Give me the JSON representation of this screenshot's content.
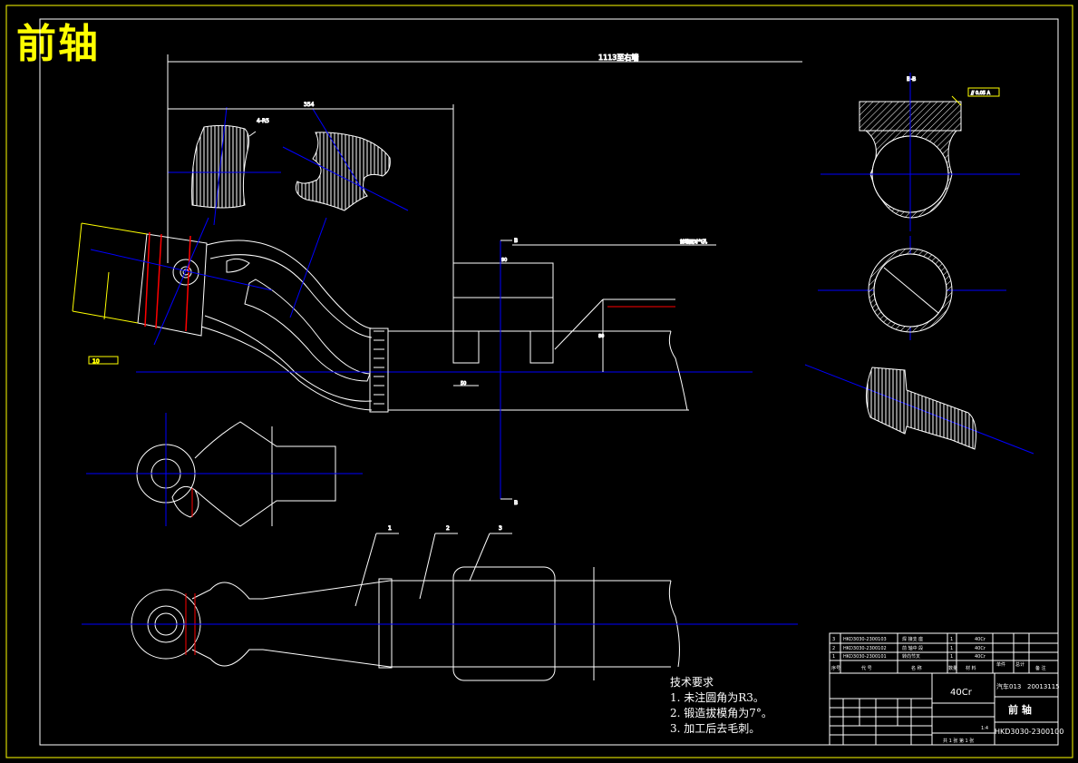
{
  "title": "前轴",
  "dimensions": {
    "overall_length": "1113至右端",
    "length_354": "354",
    "radius_4r5": "4-R5",
    "label_90": "90",
    "label_80": "80",
    "label_50": "50",
    "label_10": "10"
  },
  "section_labels": {
    "b_top": "B",
    "b_bottom": "B",
    "bb_view": "B-B",
    "note_right": "前端面对气孔",
    "tolerance_frame": "// 0.05 A"
  },
  "balloons": [
    "1",
    "2",
    "3"
  ],
  "tech_requirements": {
    "heading": "技术要求",
    "items": [
      "1. 未注圆角为R3。",
      "2. 锻造拔模角为7°。",
      "3. 加工后去毛刺。"
    ]
  },
  "bom": [
    {
      "no": "3",
      "code": "HKD3030-2300103",
      "name": "焊 接支 座",
      "qty": "1",
      "material": "40Cr"
    },
    {
      "no": "2",
      "code": "HKD3030-2300102",
      "name": "前 轴中 段",
      "qty": "1",
      "material": "40Cr"
    },
    {
      "no": "1",
      "code": "HKD3030-2300101",
      "name": "转向节叉",
      "qty": "1",
      "material": "40Cr"
    }
  ],
  "bom_header": [
    "序号",
    "代  号",
    "名  称",
    "数量",
    "材  料",
    "单件",
    "总计",
    "备 注"
  ],
  "title_block": {
    "material": "40Cr",
    "school": "汽车013",
    "date_code": "20013115",
    "part_name": "前  轴",
    "drawing_no": "HKD3030-2300100",
    "sheet": "共 1 张 第 1 张",
    "scale": "1:4"
  }
}
